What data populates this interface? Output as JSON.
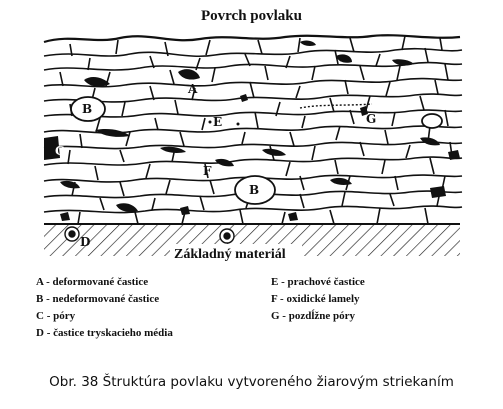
{
  "diagram": {
    "title": "Povrch povlaku",
    "substrate_label": "Základný materiál",
    "labels": {
      "A": "A",
      "B": "B",
      "C": "C",
      "D": "D",
      "E": "E",
      "F": "F",
      "G": "G"
    },
    "legend": [
      {
        "key": "A",
        "text": "A - deformované častice"
      },
      {
        "key": "B",
        "text": "B - nedeformované častice"
      },
      {
        "key": "C",
        "text": "C - póry"
      },
      {
        "key": "D",
        "text": "D - častice tryskacieho média"
      },
      {
        "key": "E",
        "text": "E - prachové častice"
      },
      {
        "key": "F",
        "text": "F - oxidické lamely"
      },
      {
        "key": "G",
        "text": "G - pozdĺžne póry"
      }
    ]
  },
  "caption": "Obr. 38 Štruktúra povlaku vytvoreného žiarovým striekaním"
}
